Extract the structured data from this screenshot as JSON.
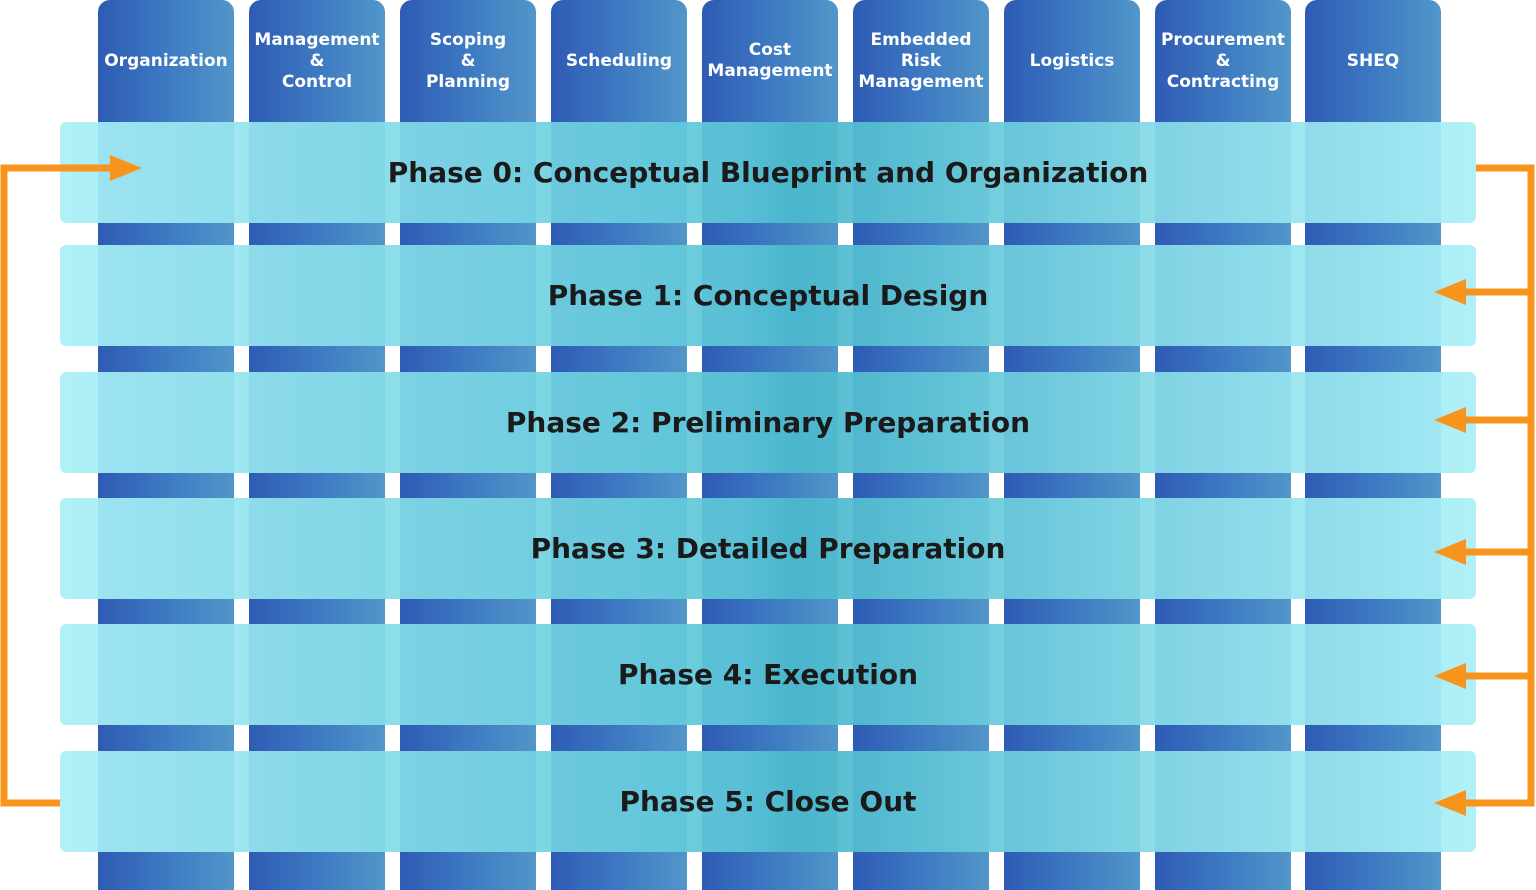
{
  "columns": [
    "Organization",
    "Management\n&\nControl",
    "Scoping\n&\nPlanning",
    "Scheduling",
    "Cost\nManagement",
    "Embedded\nRisk\nManagement",
    "Logistics",
    "Procurement\n&\nContracting",
    "SHEQ"
  ],
  "phases": [
    "Phase 0: Conceptual Blueprint and Organization",
    "Phase 1: Conceptual Design",
    "Phase 2: Preliminary Preparation",
    "Phase 3: Detailed Preparation",
    "Phase 4: Execution",
    "Phase 5: Close Out"
  ],
  "colors": {
    "arrow": "#f7941d",
    "column": "#3f7cc3",
    "band": "#5cc6d8"
  }
}
